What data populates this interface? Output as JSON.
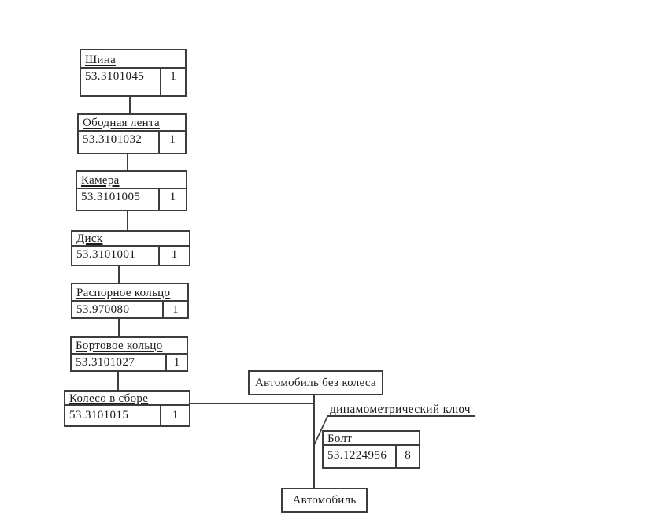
{
  "diagram": {
    "parts": [
      {
        "name": "Шина",
        "number": "53.3101045",
        "qty": "1"
      },
      {
        "name": "Ободная лента",
        "number": "53.3101032",
        "qty": "1"
      },
      {
        "name": "Камера",
        "number": "53.3101005",
        "qty": "1"
      },
      {
        "name": "Диск",
        "number": "53.3101001",
        "qty": "1"
      },
      {
        "name": "Распорное кольцо",
        "number": "53.970080",
        "qty": "1"
      },
      {
        "name": "Бортовое кольцо",
        "number": "53.3101027",
        "qty": "1"
      },
      {
        "name": "Колесо в сборе",
        "number": "53.3101015",
        "qty": "1"
      },
      {
        "name": "Болт",
        "number": "53.1224956",
        "qty": "8"
      }
    ],
    "nodes": {
      "car_without_wheel": "Автомобиль без колеса",
      "car": "Автомобиль"
    },
    "tool_label": "динамометрический ключ",
    "colors": {
      "line": "#3d3d3d",
      "text": "#1c1c1c",
      "background": "#ffffff"
    }
  }
}
